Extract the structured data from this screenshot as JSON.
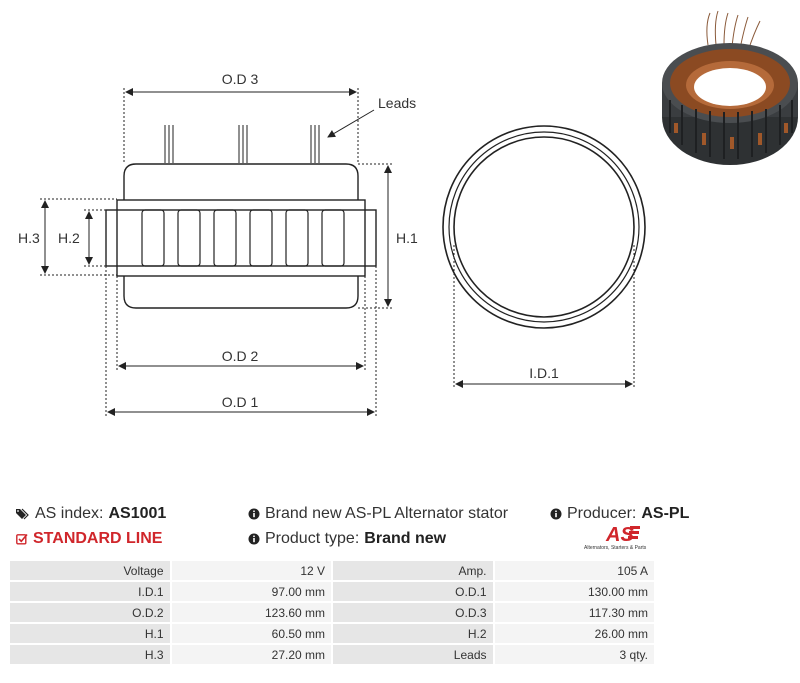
{
  "drawing": {
    "labels": {
      "od3": "O.D 3",
      "leads": "Leads",
      "h3": "H.3",
      "h2": "H.2",
      "h1": "H.1",
      "od2": "O.D 2",
      "od1": "O.D 1",
      "id1": "I.D.1"
    }
  },
  "info": {
    "as_index_label": "AS index:",
    "as_index_value": "AS1001",
    "standard_line": "STANDARD LINE",
    "description": "Brand new AS-PL Alternator stator",
    "product_type_label": "Product type:",
    "product_type_value": "Brand new",
    "producer_label": "Producer:",
    "producer_value": "AS-PL",
    "logo_text": "AS",
    "logo_tagline": "Alternators, Starters & Parts"
  },
  "colors": {
    "accent_red": "#d0262b"
  },
  "specs": [
    {
      "l1": "Voltage",
      "v1": "12 V",
      "l2": "Amp.",
      "v2": "105 A"
    },
    {
      "l1": "I.D.1",
      "v1": "97.00 mm",
      "l2": "O.D.1",
      "v2": "130.00 mm"
    },
    {
      "l1": "O.D.2",
      "v1": "123.60 mm",
      "l2": "O.D.3",
      "v2": "117.30 mm"
    },
    {
      "l1": "H.1",
      "v1": "60.50 mm",
      "l2": "H.2",
      "v2": "26.00 mm"
    },
    {
      "l1": "H.3",
      "v1": "27.20 mm",
      "l2": "Leads",
      "v2": "3 qty."
    }
  ]
}
